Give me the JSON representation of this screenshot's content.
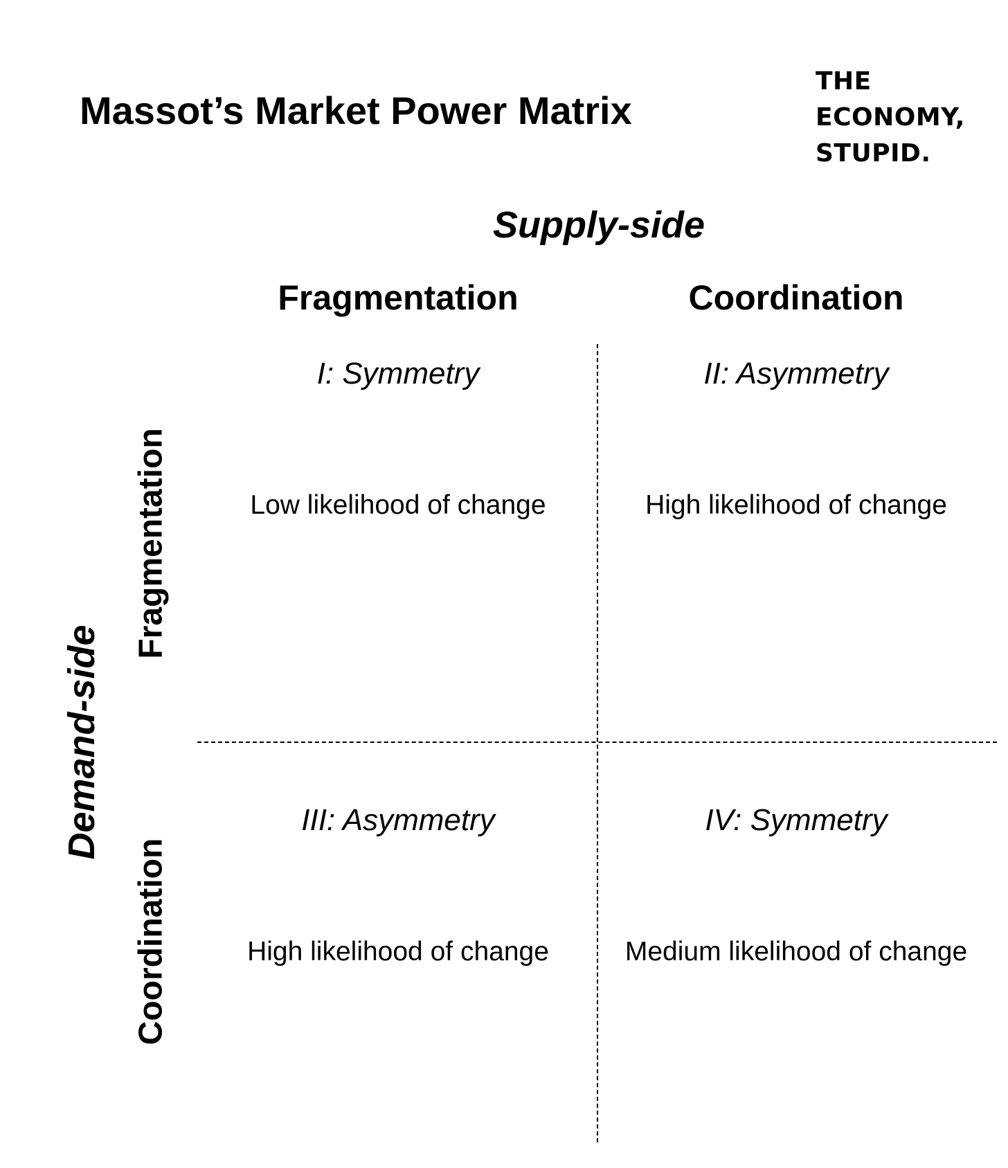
{
  "title": "Massot’s Market Power Matrix",
  "logo": {
    "lines": [
      "THE",
      "ECONOMY,",
      "STUPID."
    ]
  },
  "axes": {
    "supply": {
      "label": "Supply-side",
      "columns": [
        "Fragmentation",
        "Coordination"
      ]
    },
    "demand": {
      "label": "Demand-side",
      "rows": [
        "Fragmentation",
        "Coordination"
      ]
    }
  },
  "quadrants": [
    {
      "title": "I: Symmetry",
      "text": "Low likelihood of change"
    },
    {
      "title": "II: Asymmetry",
      "text": "High likelihood of change"
    },
    {
      "title": "III: Asymmetry",
      "text": "High likelihood of change"
    },
    {
      "title": "IV: Symmetry",
      "text": "Medium likelihood of change"
    }
  ]
}
